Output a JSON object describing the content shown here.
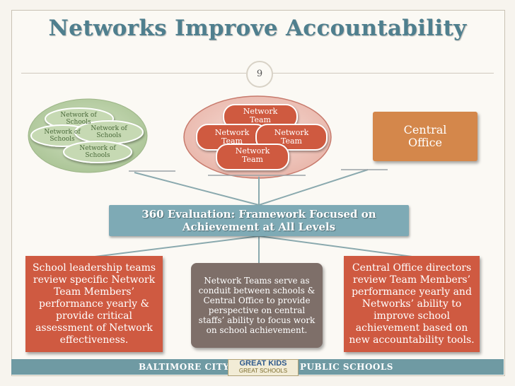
{
  "slide": {
    "title": "Networks Improve Accountability",
    "page_number": "9"
  },
  "network_of_schools": [
    "Network of Schools",
    "Network of Schools",
    "Network of Schools",
    "Network of Schools"
  ],
  "network_teams": [
    "Network Team",
    "Network Team",
    "Network Team",
    "Network Team"
  ],
  "central_office": "Central Office",
  "evaluation": "360 Evaluation: Framework Focused on Achievement at All Levels",
  "descriptions": {
    "left": "School leadership teams review specific Network Team Members’ performance yearly & provide critical assessment of Network effectiveness.",
    "middle": "Network Teams serve as conduit between schools & Central Office to provide perspective on central staffs’ ability to focus work on school achievement.",
    "right": "Central Office directors review Team Members’ performance yearly and Networks’ ability to improve school achievement based on new accountability tools."
  },
  "footer": {
    "left": "BALTIMORE CITY",
    "right": "PUBLIC SCHOOLS",
    "logo_line1": "GREAT KIDS",
    "logo_line2": "GREAT SCHOOLS"
  },
  "colors": {
    "title": "#4f7f8e",
    "evaluation_box": "#7eaab5",
    "description_red": "#cf5a41",
    "description_brown": "#7e6f69",
    "central_office": "#d4874b",
    "schools_oval": "#b9d0a6",
    "teams_oval": "#f0cfc6",
    "footer": "#6f9aa3"
  }
}
